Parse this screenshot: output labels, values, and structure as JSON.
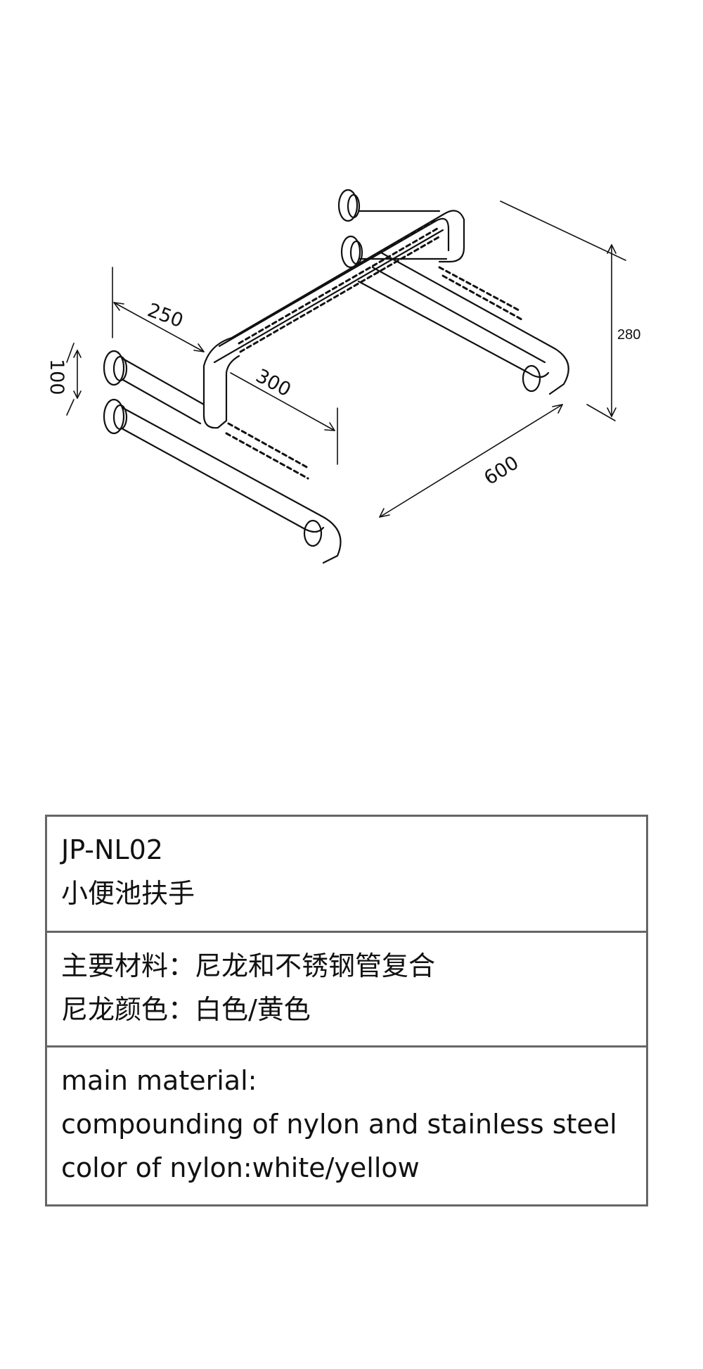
{
  "drawing": {
    "dims": {
      "d250": "250",
      "d100": "100",
      "d300": "300",
      "d600": "600",
      "d280": "280"
    }
  },
  "spec": {
    "model": "JP-NL02",
    "name_cn": "小便池扶手",
    "material_cn": "主要材料：尼龙和不锈钢管复合",
    "color_cn": "尼龙颜色：白色/黄色",
    "material_en_label": "main material:",
    "material_en": "compounding of nylon and stainless steel",
    "color_en": "color of nylon:white/yellow"
  }
}
